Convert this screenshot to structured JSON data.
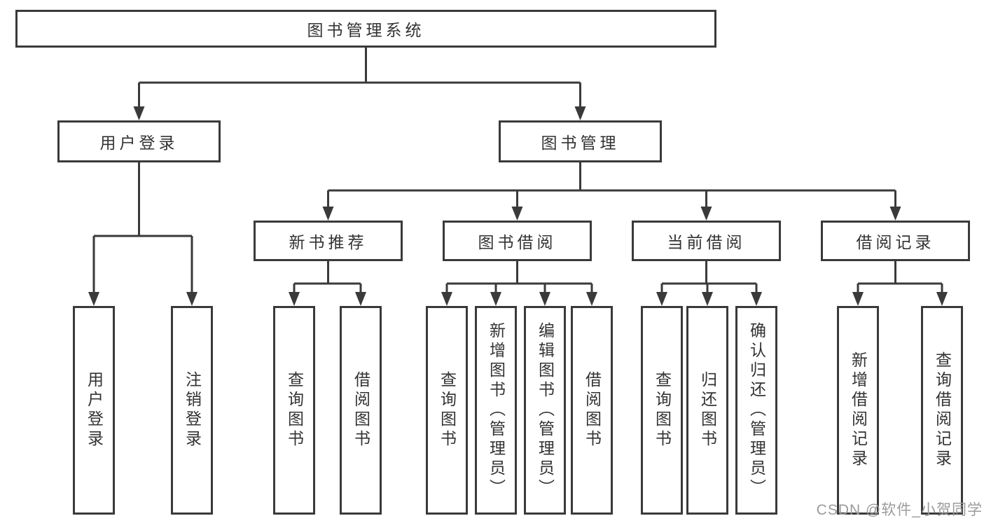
{
  "tree": {
    "root": {
      "label": "图书管理系统"
    },
    "branches": [
      {
        "label": "用户登录",
        "children": [
          {
            "label": "用户登录"
          },
          {
            "label": "注销登录"
          }
        ]
      },
      {
        "label": "图书管理",
        "groups": [
          {
            "label": "新书推荐",
            "children": [
              {
                "label": "查询图书"
              },
              {
                "label": "借阅图书"
              }
            ]
          },
          {
            "label": "图书借阅",
            "children": [
              {
                "label": "查询图书"
              },
              {
                "label": "新增图书（管理员）"
              },
              {
                "label": "编辑图书（管理员）"
              },
              {
                "label": "借阅图书"
              }
            ]
          },
          {
            "label": "当前借阅",
            "children": [
              {
                "label": "查询图书"
              },
              {
                "label": "归还图书"
              },
              {
                "label": "确认归还（管理员）"
              }
            ]
          },
          {
            "label": "借阅记录",
            "children": [
              {
                "label": "新增借阅记录"
              },
              {
                "label": "查询借阅记录"
              }
            ]
          }
        ]
      }
    ]
  },
  "watermark": {
    "text": "CSDN @软件_小贺同学"
  },
  "colors": {
    "line": "#3a3a3a",
    "text": "#333333",
    "background": "#ffffff",
    "watermark": "#9b9b9b"
  }
}
